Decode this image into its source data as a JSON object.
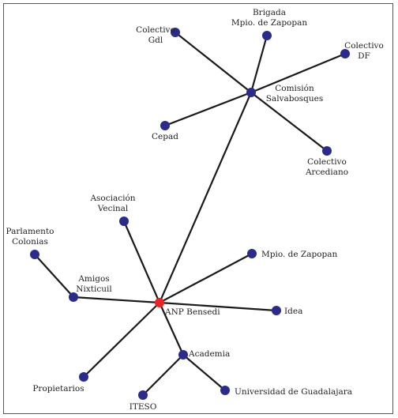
{
  "colors": {
    "node": "#2b2b8c",
    "hub": "#ee2222",
    "edge": "#1a1a1a",
    "text": "#222222"
  },
  "nodes": [
    {
      "id": "colectivo_gdl",
      "label": [
        "Colectivo",
        "Gdl"
      ]
    },
    {
      "id": "brigada",
      "label": [
        "Brigada",
        "Mpio. de Zapopan"
      ]
    },
    {
      "id": "colectivo_df",
      "label": [
        "Colectivo",
        "DF"
      ]
    },
    {
      "id": "comision",
      "label": [
        "Comisión",
        "Salvabosques"
      ]
    },
    {
      "id": "cepad",
      "label": [
        "Cepad"
      ]
    },
    {
      "id": "colectivo_arcediano",
      "label": [
        "Colectivo",
        "Arcediano"
      ]
    },
    {
      "id": "asociacion",
      "label": [
        "Asociación",
        "Vecinal"
      ]
    },
    {
      "id": "parlamento",
      "label": [
        "Parlamento",
        "Colonias"
      ]
    },
    {
      "id": "mpio_zapopan",
      "label": [
        "Mpio. de Zapopan"
      ]
    },
    {
      "id": "amigos",
      "label": [
        "Amigos",
        "Nixticuil"
      ]
    },
    {
      "id": "anp",
      "label": [
        "ANP Bensedi"
      ],
      "hub": true
    },
    {
      "id": "idea",
      "label": [
        "Idea"
      ]
    },
    {
      "id": "academia",
      "label": [
        "Academia"
      ]
    },
    {
      "id": "propietarios",
      "label": [
        "Propietarios"
      ]
    },
    {
      "id": "iteso",
      "label": [
        "ITESO"
      ]
    },
    {
      "id": "udg",
      "label": [
        "Universidad de Guadalajara"
      ]
    }
  ],
  "edges": [
    [
      "comision",
      "colectivo_gdl"
    ],
    [
      "comision",
      "brigada"
    ],
    [
      "comision",
      "colectivo_df"
    ],
    [
      "comision",
      "cepad"
    ],
    [
      "comision",
      "colectivo_arcediano"
    ],
    [
      "comision",
      "anp"
    ],
    [
      "anp",
      "asociacion"
    ],
    [
      "anp",
      "amigos"
    ],
    [
      "amigos",
      "parlamento"
    ],
    [
      "anp",
      "mpio_zapopan"
    ],
    [
      "anp",
      "idea"
    ],
    [
      "anp",
      "academia"
    ],
    [
      "anp",
      "propietarios"
    ],
    [
      "academia",
      "iteso"
    ],
    [
      "academia",
      "udg"
    ]
  ]
}
